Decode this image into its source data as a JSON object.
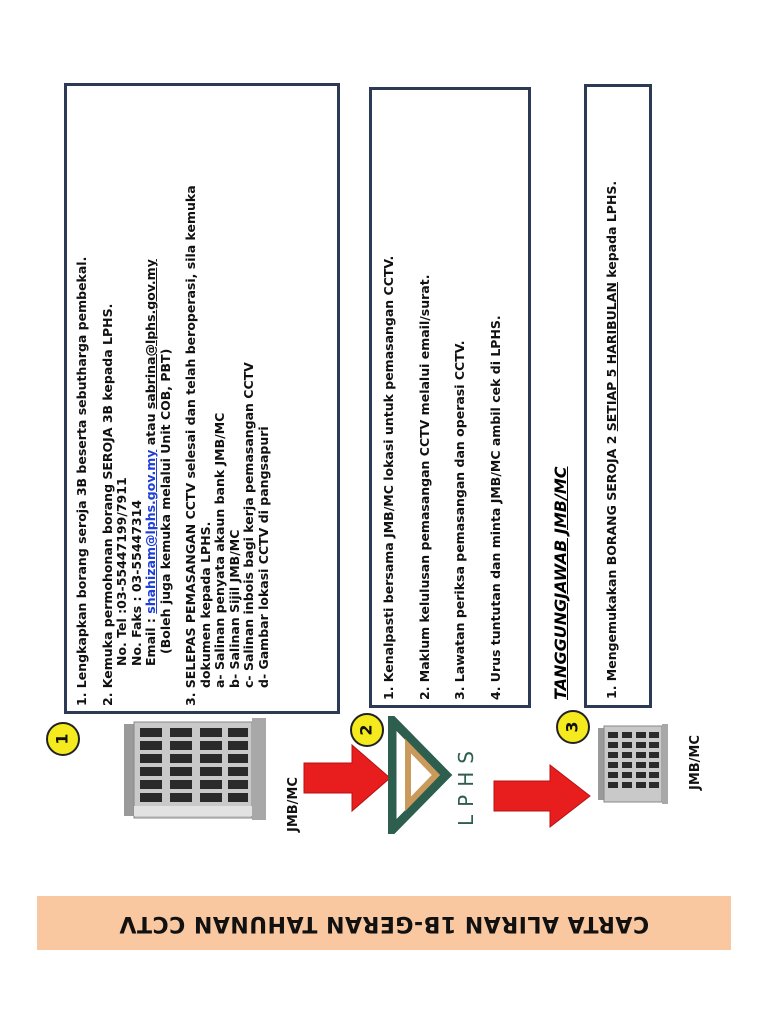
{
  "title": "CARTA ALIRAN 1B-GERAN TAHUNAN CCTV",
  "steps": [
    "1",
    "2",
    "3"
  ],
  "labels": {
    "jmb_mc": "JMB/MC",
    "logo_text": "LPHS"
  },
  "box1": {
    "item1": "1.  Lengkapkan borang seroja 3B beserta sebutharga pembekal.",
    "item2": "2. Kemuka permohonan borang SEROJA 3B kepada LPHS.",
    "tel": "No. Tel    :03-55447199/7911",
    "faks": "No. Faks : 03-55447314",
    "email_prefix": "Email     : ",
    "email1": "shahizam@lphs.gov.my",
    "email_mid": " atau ",
    "email2": "sabrina@lphs.gov.my",
    "note": "(Boleh juga kemuka melalui Unit COB, PBT)",
    "item3a": "3.  SELEPAS PEMASANGAN CCTV selesai dan telah beroperasi, sila kemuka",
    "item3b": "dokumen kepada LPHS.",
    "sub_a": "a- Salinan penyata akaun bank JMB/MC",
    "sub_b": "b- Salinan Sijil JMB/MC",
    "sub_c": "c- Salinan inbois bagi kerja pemasangan CCTV",
    "sub_d": "d- Gambar lokasi CCTV di pangsapuri"
  },
  "box2": {
    "items": [
      "1.  Kenalpasti bersama JMB/MC lokasi untuk pemasangan CCTV.",
      "2.  Maklum kelulusan pemasangan CCTV melalui email/surat.",
      "3.  Lawatan periksa pemasangan dan operasi CCTV.",
      "4.  Urus tuntutan dan minta JMB/MC ambil cek di LPHS."
    ]
  },
  "box3": {
    "heading": "TANGGUNGJAWAB JMB/MC",
    "item_prefix": "1.    Mengemukakan  BORANG SEROJA 2 ",
    "item_emph": "SETIAP 5 HARIBULAN",
    "item_suffix": " kepada LPHS."
  },
  "colors": {
    "banner": "#f9c8a1",
    "border": "#2c3a55",
    "step": "#f5ea1e",
    "arrow": "#e81d1d",
    "link": "#1f3fd6"
  }
}
